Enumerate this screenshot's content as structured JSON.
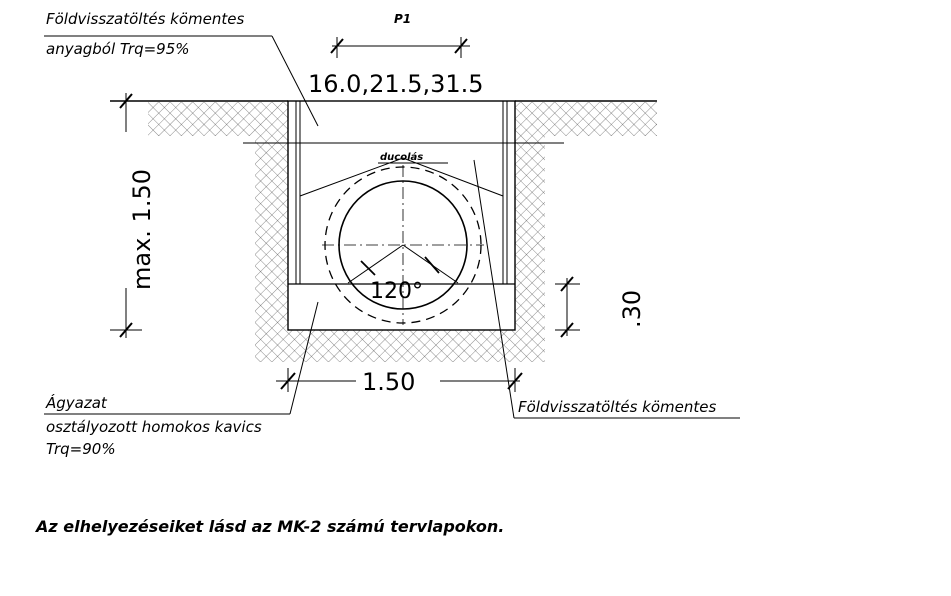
{
  "labels": {
    "top_left_line1": "Földvisszatöltés kömentes",
    "top_left_line2": "anyagból Trq=95%",
    "p1": "P1",
    "pipe_sizes": "16.0,21.5,31.5",
    "ducolas": "ducolás",
    "angle": "120°",
    "max_depth": "max. 1.50",
    "bed_height": ".30",
    "width": "1.50",
    "bottom_right": "Földvisszatöltés kömentes",
    "bottom_left_line1": "Ágyazat",
    "bottom_left_line2": "osztályozott homokos kavics",
    "bottom_left_line3": "Trq=90%"
  },
  "note": "Az elhelyezéseiket lásd az MK-2 számú tervlapokon."
}
